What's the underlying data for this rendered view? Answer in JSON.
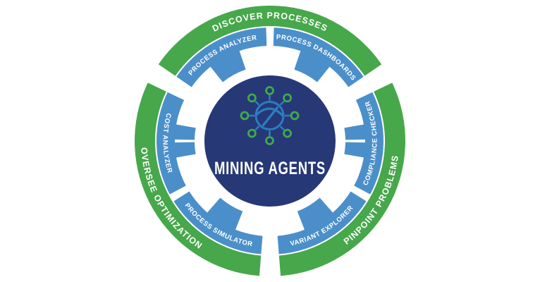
{
  "diagram": {
    "center": {
      "title": "MINING AGENTS",
      "icon": "pickaxe-network"
    },
    "outer_ring": {
      "color": "#47A74B",
      "segments": [
        {
          "label": "DISCOVER PROCESSES",
          "start": 304.5,
          "end": 415.5,
          "text_dir": "cw",
          "text_center": 360
        },
        {
          "label": "PINPOINT PROBLEMS",
          "start": 64.5,
          "end": 175.5,
          "text_dir": "ccw",
          "text_center": 120
        },
        {
          "label": "OVERSEE OPTIMIZATION",
          "start": 184.5,
          "end": 295.5,
          "text_dir": "ccw",
          "text_center": 240
        }
      ]
    },
    "inner_ring": {
      "color": "#4B8FCA",
      "segments": [
        {
          "label": "PROCESS ANALYZER",
          "start": 304.5,
          "end": 358,
          "text_dir": "cw",
          "tab_center": 331.25,
          "tab_split": false
        },
        {
          "label": "PROCESS DASHBOARDS",
          "start": 2,
          "end": 55.5,
          "text_dir": "cw",
          "tab_center": 28.75,
          "tab_split": false
        },
        {
          "label": "COMPLIANCE CHECKER",
          "start": 64.5,
          "end": 118,
          "text_dir": "ccw",
          "tab_center": 90,
          "tab_split": true
        },
        {
          "label": "VARIANT EXPLORER",
          "start": 122,
          "end": 175.5,
          "text_dir": "ccw",
          "tab_center": 148.75,
          "tab_split": false
        },
        {
          "label": "PROCESS SIMULATOR",
          "start": 184.5,
          "end": 238,
          "text_dir": "ccw",
          "tab_center": 211.25,
          "tab_split": false
        },
        {
          "label": "COST ANALYZER",
          "start": 242,
          "end": 295.5,
          "text_dir": "ccw",
          "tab_center": 270,
          "tab_split": true
        }
      ]
    },
    "colors": {
      "green": "#47A74B",
      "blue": "#4B8FCA",
      "navy": "#263876",
      "label_text": "#FFFFFF",
      "icon_blue": "#2B7DC0",
      "icon_green": "#3FAA4C"
    }
  }
}
